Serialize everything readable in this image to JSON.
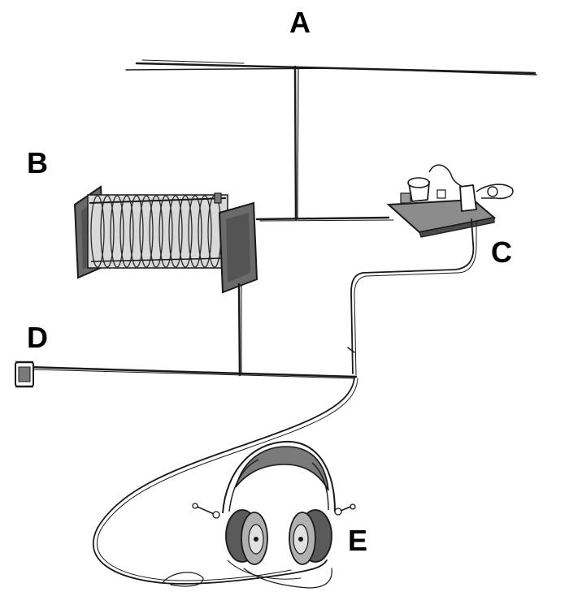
{
  "labels": {
    "a": "A",
    "b": "B",
    "c": "C",
    "d": "D",
    "e": "E"
  },
  "parts": {
    "a": "antenna-wire",
    "b": "tuning-coil",
    "c": "crystal-detector",
    "d": "ground-connection",
    "e": "headphones"
  },
  "colors": {
    "ink": "#1a1a1a",
    "coil_body": "#6a6a6a",
    "coil_dark": "#3a3a3a",
    "detector_base": "#8c8c8c",
    "earpiece": "#9a9a9a",
    "background": "#ffffff"
  }
}
